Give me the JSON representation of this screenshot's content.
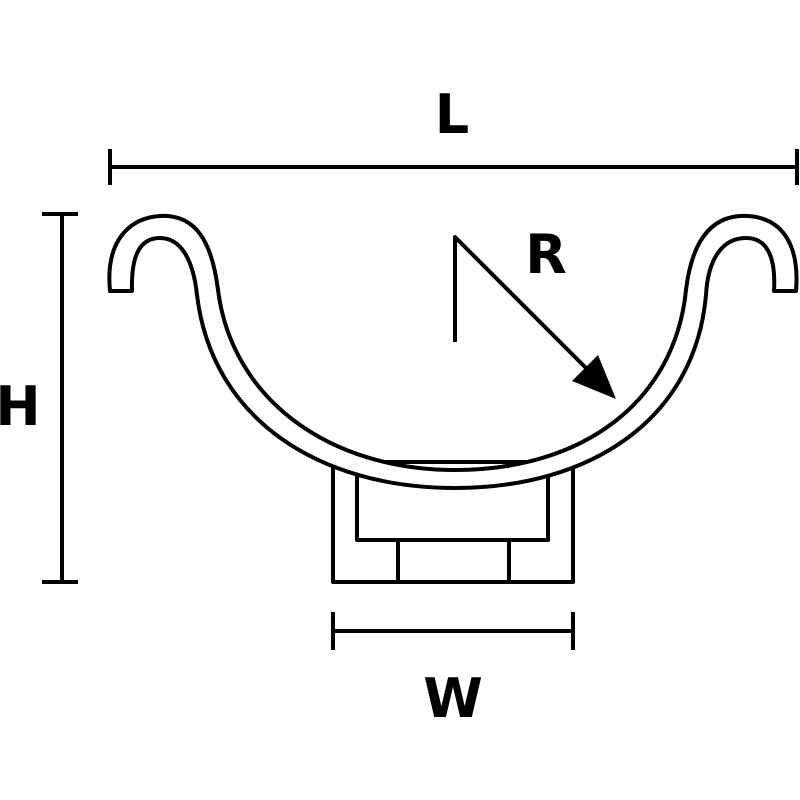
{
  "labels": {
    "length": "L",
    "height": "H",
    "width": "W",
    "radius": "R"
  },
  "colors": {
    "line": "#000000",
    "background": "#ffffff"
  }
}
